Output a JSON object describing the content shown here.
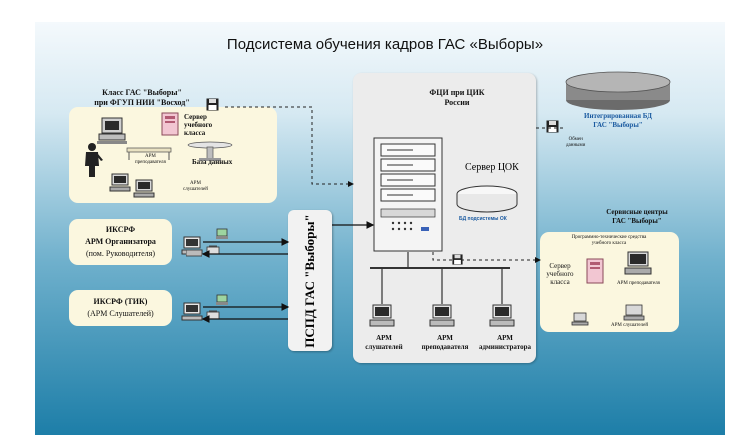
{
  "title": "Подсистема обучения кадров ГАС «Выборы»",
  "left_box": {
    "title_line1": "Класс ГАС \"Выборы\"",
    "title_line2": "при ФГУП НИИ \"Восход\"",
    "server_line1": "Сервер",
    "server_line2": "учебного",
    "server_line3": "класса",
    "arm_teacher_line1": "АРМ",
    "arm_teacher_line2": "преподавателя",
    "db_label": "База данных",
    "arm_listener_line1": "АРМ",
    "arm_listener_line2": "слушателей"
  },
  "iksrf1": {
    "line1": "ИКСРФ",
    "line2": "АРМ Организатора",
    "line3": "(пом. Руководителя)"
  },
  "iksrf2": {
    "line1": "ИКСРФ (ТИК)",
    "line2": "(АРМ Слушателей)"
  },
  "pspd": "ПСПД ГАС \"Выборы\"",
  "center": {
    "title_line1": "ФЦИ при ЦИК",
    "title_line2": "России",
    "server_label": "Сервер ЦОК",
    "db_label": "БД подсистемы ОК",
    "arm1_line1": "АРМ",
    "arm1_line2": "слушателей",
    "arm2_line1": "АРМ",
    "arm2_line2": "преподавателя",
    "arm3_line1": "АРМ",
    "arm3_line2": "администратора"
  },
  "integrated_db": {
    "line1": "Интегрированная БД",
    "line2": "ГАС \"Выборы\""
  },
  "exchange": {
    "line1": "Обмен",
    "line2": "данными"
  },
  "service": {
    "title_line1": "Сервисные центры",
    "title_line2": "ГАС \"Выборы\"",
    "desc_line1": "Программно-технические средства",
    "desc_line2": "учебного класса",
    "server_line1": "Сервер",
    "server_line2": "учебного",
    "server_line3": "класса",
    "arm_teacher": "АРМ преподавателя",
    "arm_listener": "АРМ слушателей"
  },
  "colors": {
    "gradient_top": "#f4f9fc",
    "gradient_bottom": "#1d7ea8",
    "box_fill": "#fbf7df",
    "core_fill": "#ececec",
    "db_label": "#1a5aa0"
  },
  "icons": [
    "floppy-disk-icon",
    "computer-icon",
    "server-tower-icon",
    "disk-storage-icon",
    "database-cylinder-icon",
    "phone-icon",
    "laptop-icon",
    "person-icon"
  ]
}
